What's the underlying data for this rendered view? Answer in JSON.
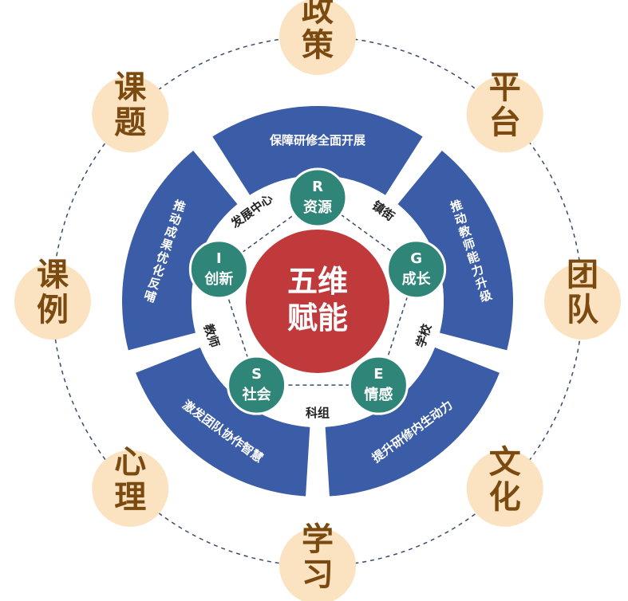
{
  "center": {
    "line1": "五维",
    "line2": "赋能",
    "color": "#c0393b"
  },
  "outer_items": [
    "政策",
    "平台",
    "团队",
    "文化",
    "学习",
    "心理",
    "课例",
    "课题"
  ],
  "segments": [
    "保障研修全面开展",
    "推动教师能力升级",
    "提升研修内生动力",
    "激发团队协作智慧",
    "推动成果优化反哺"
  ],
  "nodes": [
    {
      "letter": "R",
      "word": "资源"
    },
    {
      "letter": "G",
      "word": "成长"
    },
    {
      "letter": "E",
      "word": "情感"
    },
    {
      "letter": "S",
      "word": "社会"
    },
    {
      "letter": "I",
      "word": "创新"
    }
  ],
  "ring_labels": [
    "镇街",
    "学校",
    "科组",
    "教师",
    "发展中心"
  ],
  "colors": {
    "outer_circle": "#fbe3c1",
    "outer_text": "#7a4a10",
    "segment_blue": "#3b5ca6",
    "node_green": "#2f8577",
    "ring_white": "#ffffff",
    "dashed_line": "#3b4a6b"
  }
}
